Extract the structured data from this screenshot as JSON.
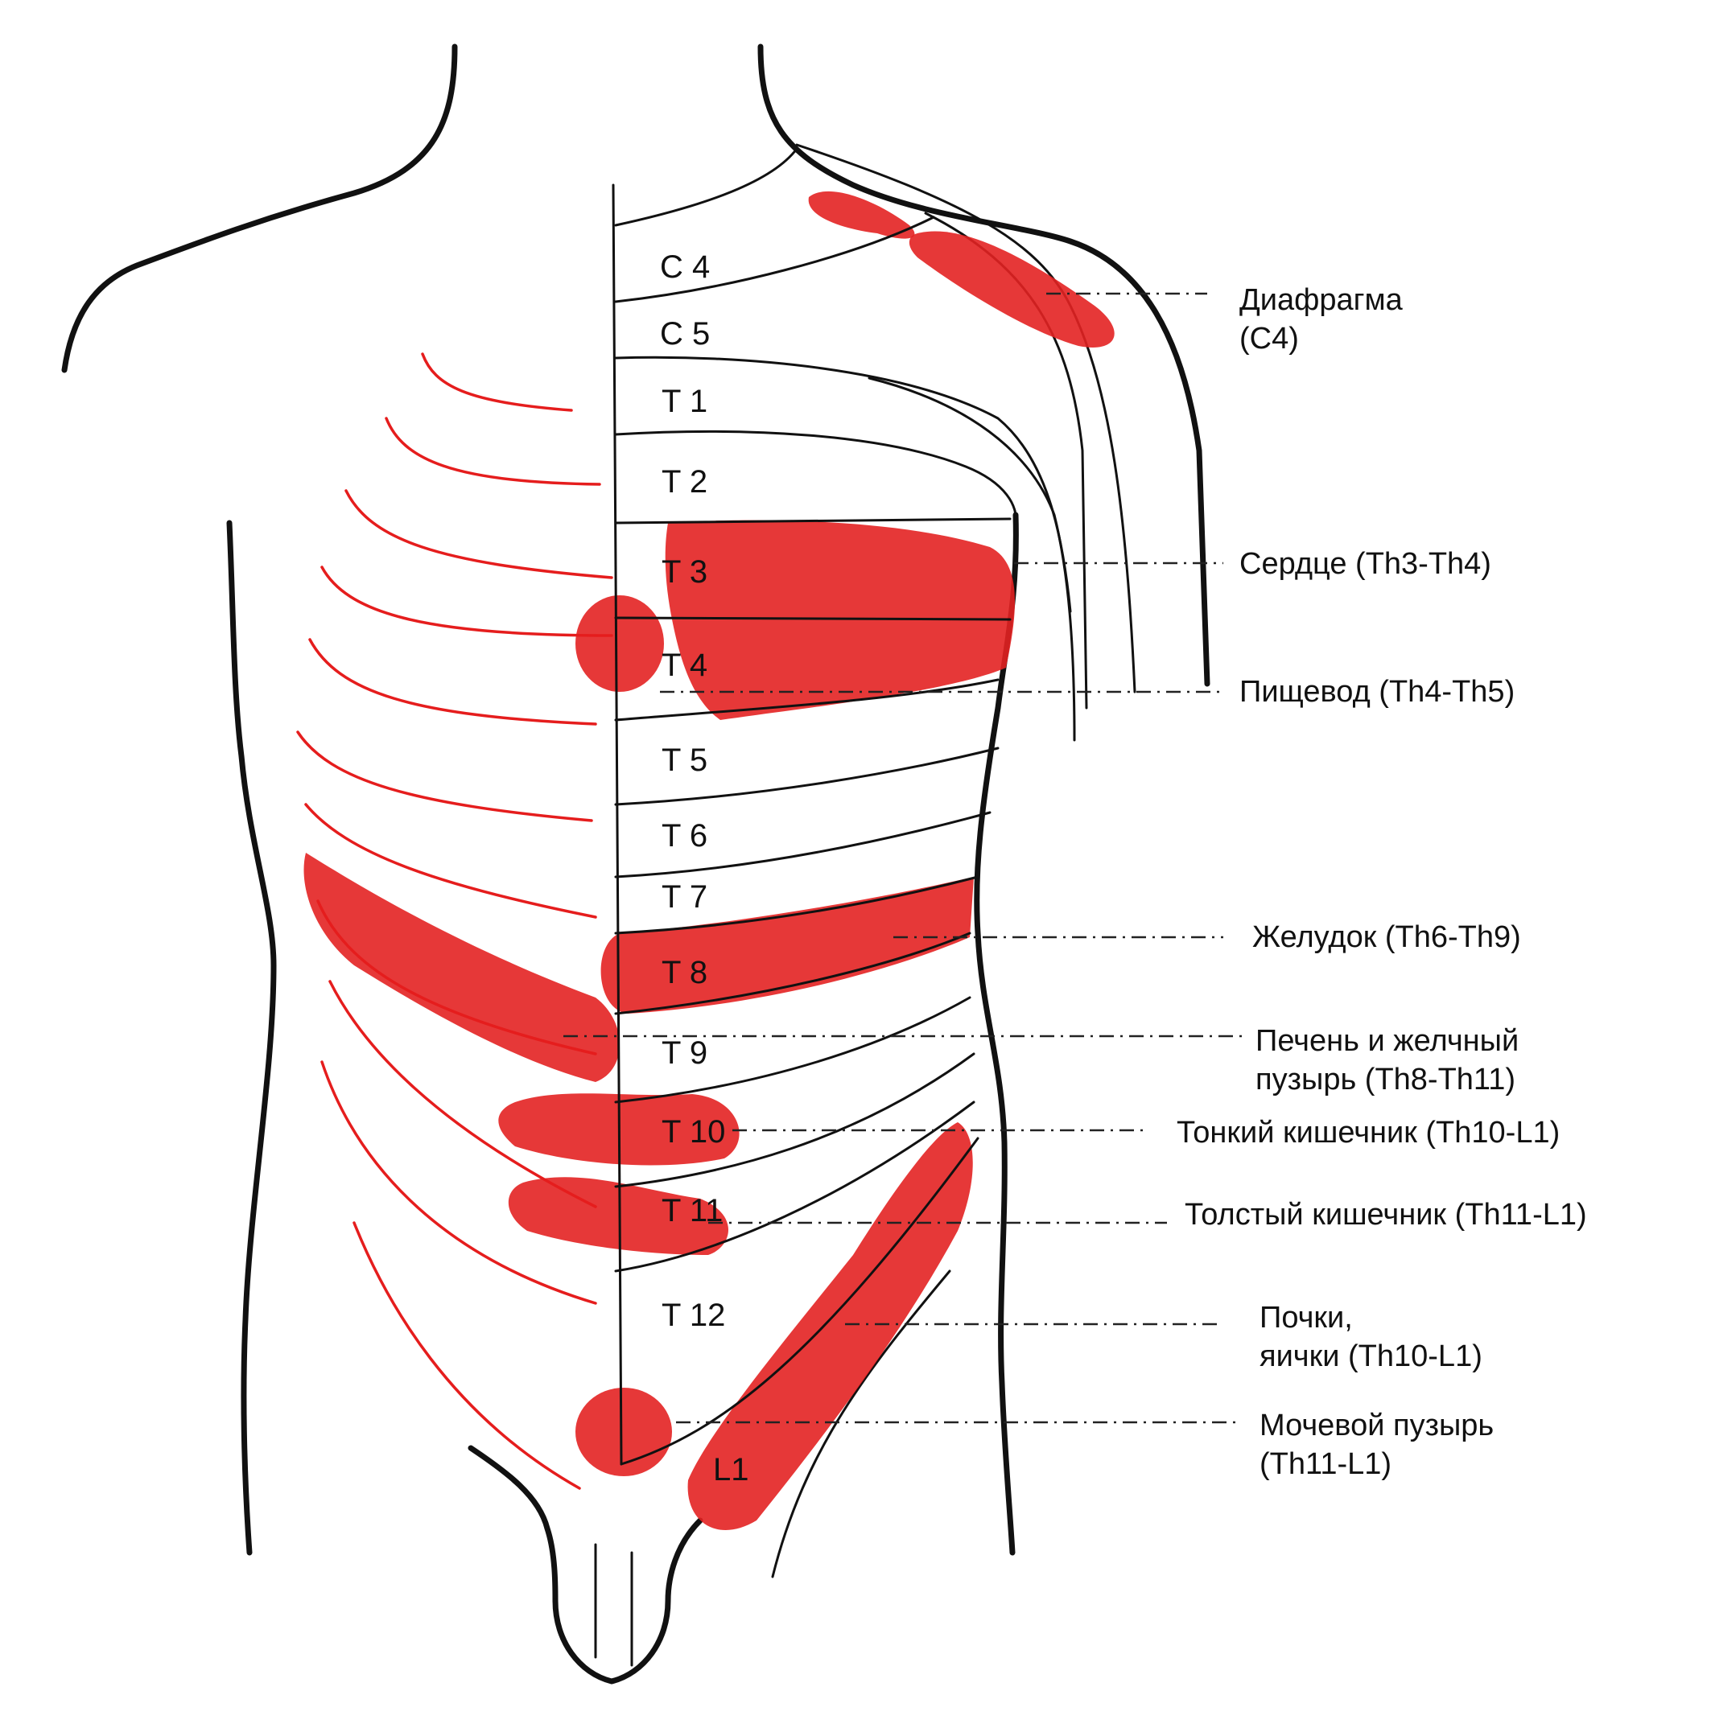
{
  "colors": {
    "zone": "#e32222",
    "nerve": "#e51d1d",
    "outline": "#111111"
  },
  "segments": {
    "c4": "C 4",
    "c5": "C 5",
    "t1": "T  1",
    "t2": "T  2",
    "t3": "T  3",
    "t4": "T  4",
    "t5": "T  5",
    "t6": "T  6",
    "t7": "T  7",
    "t8": "T  8",
    "t9": "T  9",
    "t10": "T  10",
    "t11": "T  11",
    "t12": "T  12",
    "l1": "L1"
  },
  "organs": {
    "diaphragm": [
      "Диафрагма",
      "(С4)"
    ],
    "heart": "Сердце (Th3-Th4)",
    "esophagus": "Пищевод (Th4-Th5)",
    "stomach": "Желудок (Th6-Th9)",
    "liver": [
      "Печень и желчный",
      "пузырь (Th8-Th11)"
    ],
    "small_intestine": "Тонкий кишечник (Th10-L1)",
    "large_intestine": "Толстый кишечник (Th11-L1)",
    "kidneys": [
      "Почки,",
      "яички (Th10-L1)"
    ],
    "bladder": [
      "Мочевой пузырь",
      "(Th11-L1)"
    ]
  }
}
